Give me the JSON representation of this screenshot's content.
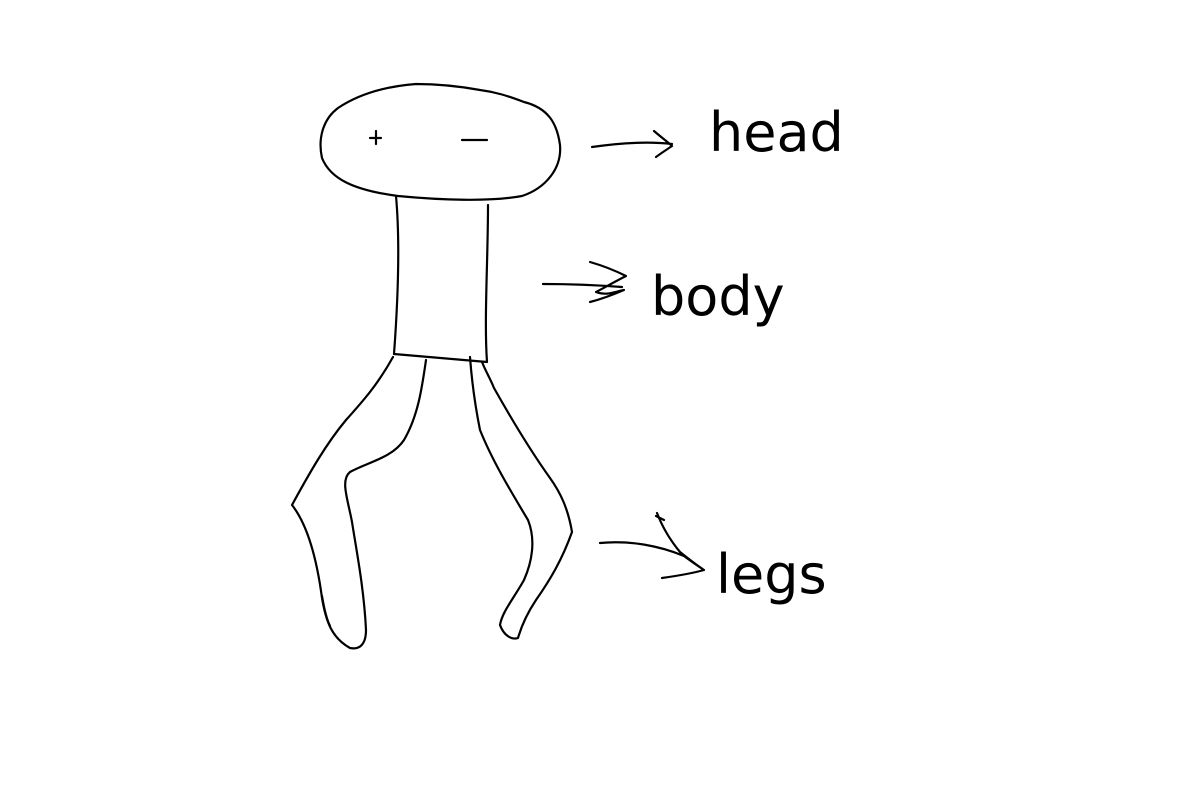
{
  "labels": {
    "head": "head",
    "body": "body",
    "legs": "legs"
  },
  "colors": {
    "background": "#ffffff",
    "ink": "#000000"
  }
}
